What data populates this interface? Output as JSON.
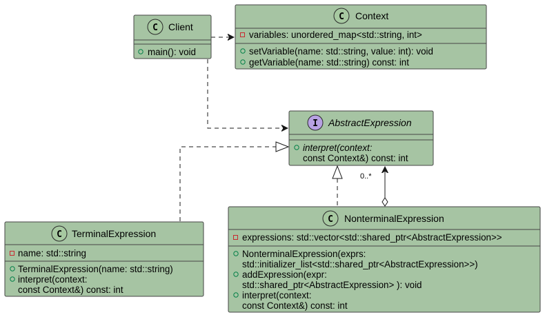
{
  "classes": {
    "client": {
      "stereotype": "C",
      "name": "Client",
      "methods": [
        "main(): void"
      ]
    },
    "context": {
      "stereotype": "C",
      "name": "Context",
      "fields": [
        "variables: unordered_map<std::string, int>"
      ],
      "methods": [
        "setVariable(name: std::string, value: int): void",
        "getVariable(name: std::string) const: int"
      ]
    },
    "abstract_expression": {
      "stereotype": "I",
      "name": "AbstractExpression",
      "methods": [
        "interpret(context:",
        "const Context&) const: int"
      ]
    },
    "terminal_expression": {
      "stereotype": "C",
      "name": "TerminalExpression",
      "fields": [
        "name: std::string"
      ],
      "methods": [
        "TerminalExpression(name: std::string)",
        "interpret(context:",
        "const Context&) const: int"
      ]
    },
    "nonterminal_expression": {
      "stereotype": "C",
      "name": "NonterminalExpression",
      "fields": [
        "expressions: std::vector<std::shared_ptr<AbstractExpression>>"
      ],
      "methods": [
        "NonterminalExpression(exprs:",
        "std::initializer_list<std::shared_ptr<AbstractExpression>>)",
        "addExpression(expr:",
        "std::shared_ptr<AbstractExpression> ): void",
        "interpret(context:",
        "const Context&) const: int"
      ]
    }
  },
  "relations": {
    "aggregation_multiplicity": "0..*"
  },
  "colors": {
    "class_fill": "#a6c4a3",
    "border": "#454545",
    "interface_badge": "#b7a1e3",
    "class_badge": "#a7c9a1",
    "private_marker": "#c82930",
    "public_marker": "#038048"
  }
}
